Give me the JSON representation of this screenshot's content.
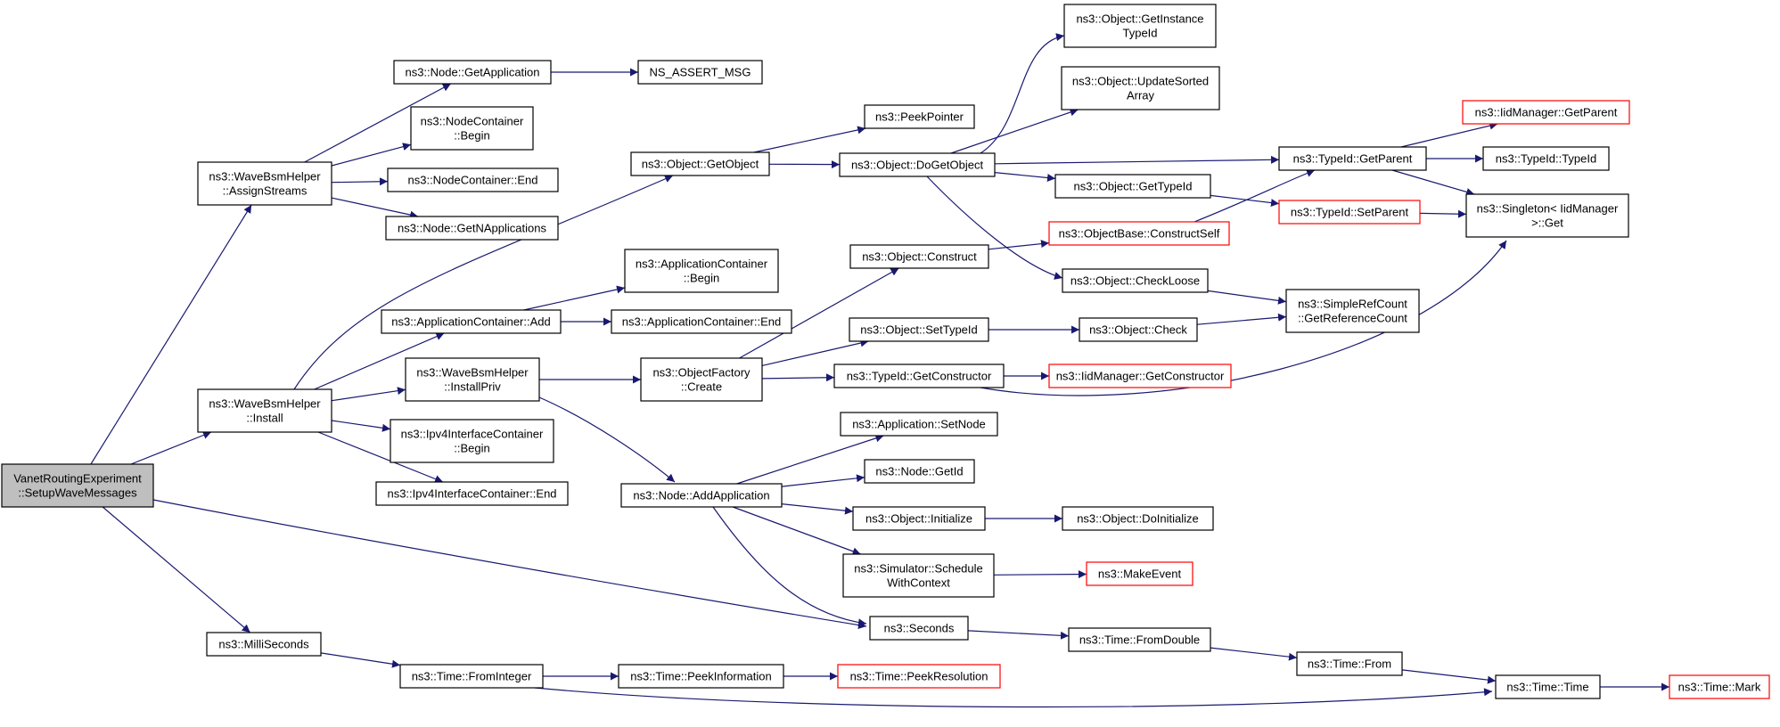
{
  "colors": {
    "edge": "#191970",
    "box_border": "#000000",
    "truncated_border": "#ff0000",
    "root_fill": "#bfbfbf",
    "node_fill": "#ffffff"
  },
  "nodes": [
    {
      "id": "root",
      "lines": [
        "VanetRoutingExperiment",
        "::SetupWaveMessages"
      ],
      "kind": "root"
    },
    {
      "id": "assignStreams",
      "lines": [
        "ns3::WaveBsmHelper",
        "::AssignStreams"
      ],
      "kind": "normal"
    },
    {
      "id": "install",
      "lines": [
        "ns3::WaveBsmHelper",
        "::Install"
      ],
      "kind": "normal"
    },
    {
      "id": "milli",
      "lines": [
        "ns3::MilliSeconds"
      ],
      "kind": "normal"
    },
    {
      "id": "nodeGetApp",
      "lines": [
        "ns3::Node::GetApplication"
      ],
      "kind": "normal"
    },
    {
      "id": "ncBegin",
      "lines": [
        "ns3::NodeContainer",
        "::Begin"
      ],
      "kind": "normal"
    },
    {
      "id": "ncEnd",
      "lines": [
        "ns3::NodeContainer::End"
      ],
      "kind": "normal"
    },
    {
      "id": "nodeGetNApps",
      "lines": [
        "ns3::Node::GetNApplications"
      ],
      "kind": "normal"
    },
    {
      "id": "nsAssert",
      "lines": [
        "NS_ASSERT_MSG"
      ],
      "kind": "normal"
    },
    {
      "id": "appAdd",
      "lines": [
        "ns3::ApplicationContainer::Add"
      ],
      "kind": "normal"
    },
    {
      "id": "installPriv",
      "lines": [
        "ns3::WaveBsmHelper",
        "::InstallPriv"
      ],
      "kind": "normal"
    },
    {
      "id": "ipv4Begin",
      "lines": [
        "ns3::Ipv4InterfaceContainer",
        "::Begin"
      ],
      "kind": "normal"
    },
    {
      "id": "ipv4End",
      "lines": [
        "ns3::Ipv4InterfaceContainer::End"
      ],
      "kind": "normal"
    },
    {
      "id": "objGetObject",
      "lines": [
        "ns3::Object::GetObject"
      ],
      "kind": "normal"
    },
    {
      "id": "appContBegin",
      "lines": [
        "ns3::ApplicationContainer",
        "::Begin"
      ],
      "kind": "normal"
    },
    {
      "id": "appContEnd",
      "lines": [
        "ns3::ApplicationContainer::End"
      ],
      "kind": "normal"
    },
    {
      "id": "objFactCreate",
      "lines": [
        "ns3::ObjectFactory",
        "::Create"
      ],
      "kind": "normal"
    },
    {
      "id": "nodeAddApp",
      "lines": [
        "ns3::Node::AddApplication"
      ],
      "kind": "normal"
    },
    {
      "id": "timeFromInteger",
      "lines": [
        "ns3::Time::FromInteger"
      ],
      "kind": "normal"
    },
    {
      "id": "timePeekInfo",
      "lines": [
        "ns3::Time::PeekInformation"
      ],
      "kind": "normal"
    },
    {
      "id": "peekPointer",
      "lines": [
        "ns3::PeekPointer"
      ],
      "kind": "normal"
    },
    {
      "id": "doGetObject",
      "lines": [
        "ns3::Object::DoGetObject"
      ],
      "kind": "normal"
    },
    {
      "id": "objConstruct",
      "lines": [
        "ns3::Object::Construct"
      ],
      "kind": "normal"
    },
    {
      "id": "objSetTypeId",
      "lines": [
        "ns3::Object::SetTypeId"
      ],
      "kind": "normal"
    },
    {
      "id": "typeIdGetCons",
      "lines": [
        "ns3::TypeId::GetConstructor"
      ],
      "kind": "normal"
    },
    {
      "id": "appSetNode",
      "lines": [
        "ns3::Application::SetNode"
      ],
      "kind": "normal"
    },
    {
      "id": "nodeGetId",
      "lines": [
        "ns3::Node::GetId"
      ],
      "kind": "normal"
    },
    {
      "id": "objInitialize",
      "lines": [
        "ns3::Object::Initialize"
      ],
      "kind": "normal"
    },
    {
      "id": "simSchedule",
      "lines": [
        "ns3::Simulator::Schedule",
        "WithContext"
      ],
      "kind": "normal"
    },
    {
      "id": "seconds",
      "lines": [
        "ns3::Seconds"
      ],
      "kind": "normal"
    },
    {
      "id": "timePeekRes",
      "lines": [
        "ns3::Time::PeekResolution"
      ],
      "kind": "truncated"
    },
    {
      "id": "objGetInstTid",
      "lines": [
        "ns3::Object::GetInstance",
        "TypeId"
      ],
      "kind": "normal"
    },
    {
      "id": "objUpdateSorted",
      "lines": [
        "ns3::Object::UpdateSorted",
        "Array"
      ],
      "kind": "normal"
    },
    {
      "id": "objGetTypeId",
      "lines": [
        "ns3::Object::GetTypeId"
      ],
      "kind": "normal"
    },
    {
      "id": "objBaseConstructSelf",
      "lines": [
        "ns3::ObjectBase::ConstructSelf"
      ],
      "kind": "truncated"
    },
    {
      "id": "objCheckLoose",
      "lines": [
        "ns3::Object::CheckLoose"
      ],
      "kind": "normal"
    },
    {
      "id": "objCheck",
      "lines": [
        "ns3::Object::Check"
      ],
      "kind": "normal"
    },
    {
      "id": "iidGetCons",
      "lines": [
        "ns3::IidManager::GetConstructor"
      ],
      "kind": "truncated"
    },
    {
      "id": "objDoInitialize",
      "lines": [
        "ns3::Object::DoInitialize"
      ],
      "kind": "normal"
    },
    {
      "id": "makeEvent",
      "lines": [
        "ns3::MakeEvent"
      ],
      "kind": "truncated"
    },
    {
      "id": "timeFromDouble",
      "lines": [
        "ns3::Time::FromDouble"
      ],
      "kind": "normal"
    },
    {
      "id": "typeIdGetParent",
      "lines": [
        "ns3::TypeId::GetParent"
      ],
      "kind": "normal"
    },
    {
      "id": "typeIdSetParent",
      "lines": [
        "ns3::TypeId::SetParent"
      ],
      "kind": "truncated"
    },
    {
      "id": "simpleRefCount",
      "lines": [
        "ns3::SimpleRefCount",
        "::GetReferenceCount"
      ],
      "kind": "normal"
    },
    {
      "id": "timeFrom",
      "lines": [
        "ns3::Time::From"
      ],
      "kind": "normal"
    },
    {
      "id": "iidGetParent",
      "lines": [
        "ns3::IidManager::GetParent"
      ],
      "kind": "truncated"
    },
    {
      "id": "typeIdTypeId",
      "lines": [
        "ns3::TypeId::TypeId"
      ],
      "kind": "normal"
    },
    {
      "id": "singletonGet",
      "lines": [
        "ns3::Singleton< IidManager",
        " >::Get"
      ],
      "kind": "normal"
    },
    {
      "id": "timeTime",
      "lines": [
        "ns3::Time::Time"
      ],
      "kind": "normal"
    },
    {
      "id": "timeMark",
      "lines": [
        "ns3::Time::Mark"
      ],
      "kind": "truncated"
    }
  ],
  "edges": [
    [
      "root",
      "assignStreams"
    ],
    [
      "root",
      "install"
    ],
    [
      "root",
      "milli"
    ],
    [
      "root",
      "seconds"
    ],
    [
      "assignStreams",
      "nodeGetApp"
    ],
    [
      "assignStreams",
      "ncBegin"
    ],
    [
      "assignStreams",
      "ncEnd"
    ],
    [
      "assignStreams",
      "nodeGetNApps"
    ],
    [
      "nodeGetApp",
      "nsAssert"
    ],
    [
      "install",
      "objGetObject"
    ],
    [
      "install",
      "appAdd"
    ],
    [
      "install",
      "installPriv"
    ],
    [
      "install",
      "ipv4Begin"
    ],
    [
      "install",
      "ipv4End"
    ],
    [
      "appAdd",
      "appContBegin"
    ],
    [
      "appAdd",
      "appContEnd"
    ],
    [
      "installPriv",
      "objFactCreate"
    ],
    [
      "installPriv",
      "nodeAddApp"
    ],
    [
      "objGetObject",
      "peekPointer"
    ],
    [
      "objGetObject",
      "doGetObject"
    ],
    [
      "doGetObject",
      "objGetInstTid"
    ],
    [
      "doGetObject",
      "objUpdateSorted"
    ],
    [
      "doGetObject",
      "typeIdGetParent"
    ],
    [
      "doGetObject",
      "objGetTypeId"
    ],
    [
      "doGetObject",
      "objCheckLoose"
    ],
    [
      "objFactCreate",
      "objConstruct"
    ],
    [
      "objFactCreate",
      "objSetTypeId"
    ],
    [
      "objFactCreate",
      "typeIdGetCons"
    ],
    [
      "objConstruct",
      "objBaseConstructSelf"
    ],
    [
      "objBaseConstructSelf",
      "typeIdGetParent"
    ],
    [
      "objSetTypeId",
      "objCheck"
    ],
    [
      "objCheck",
      "simpleRefCount"
    ],
    [
      "objCheckLoose",
      "simpleRefCount"
    ],
    [
      "typeIdGetCons",
      "iidGetCons"
    ],
    [
      "typeIdGetCons",
      "singletonGet"
    ],
    [
      "objGetTypeId",
      "typeIdSetParent"
    ],
    [
      "typeIdSetParent",
      "singletonGet"
    ],
    [
      "typeIdGetParent",
      "iidGetParent"
    ],
    [
      "typeIdGetParent",
      "typeIdTypeId"
    ],
    [
      "typeIdGetParent",
      "singletonGet"
    ],
    [
      "nodeAddApp",
      "appSetNode"
    ],
    [
      "nodeAddApp",
      "nodeGetId"
    ],
    [
      "nodeAddApp",
      "objInitialize"
    ],
    [
      "nodeAddApp",
      "simSchedule"
    ],
    [
      "nodeAddApp",
      "seconds"
    ],
    [
      "objInitialize",
      "objDoInitialize"
    ],
    [
      "simSchedule",
      "makeEvent"
    ],
    [
      "seconds",
      "timeFromDouble"
    ],
    [
      "timeFromDouble",
      "timeFrom"
    ],
    [
      "timeFrom",
      "timeTime"
    ],
    [
      "milli",
      "timeFromInteger"
    ],
    [
      "timeFromInteger",
      "timePeekInfo"
    ],
    [
      "timeFromInteger",
      "timeTime"
    ],
    [
      "timePeekInfo",
      "timePeekRes"
    ],
    [
      "timeTime",
      "timeMark"
    ]
  ]
}
